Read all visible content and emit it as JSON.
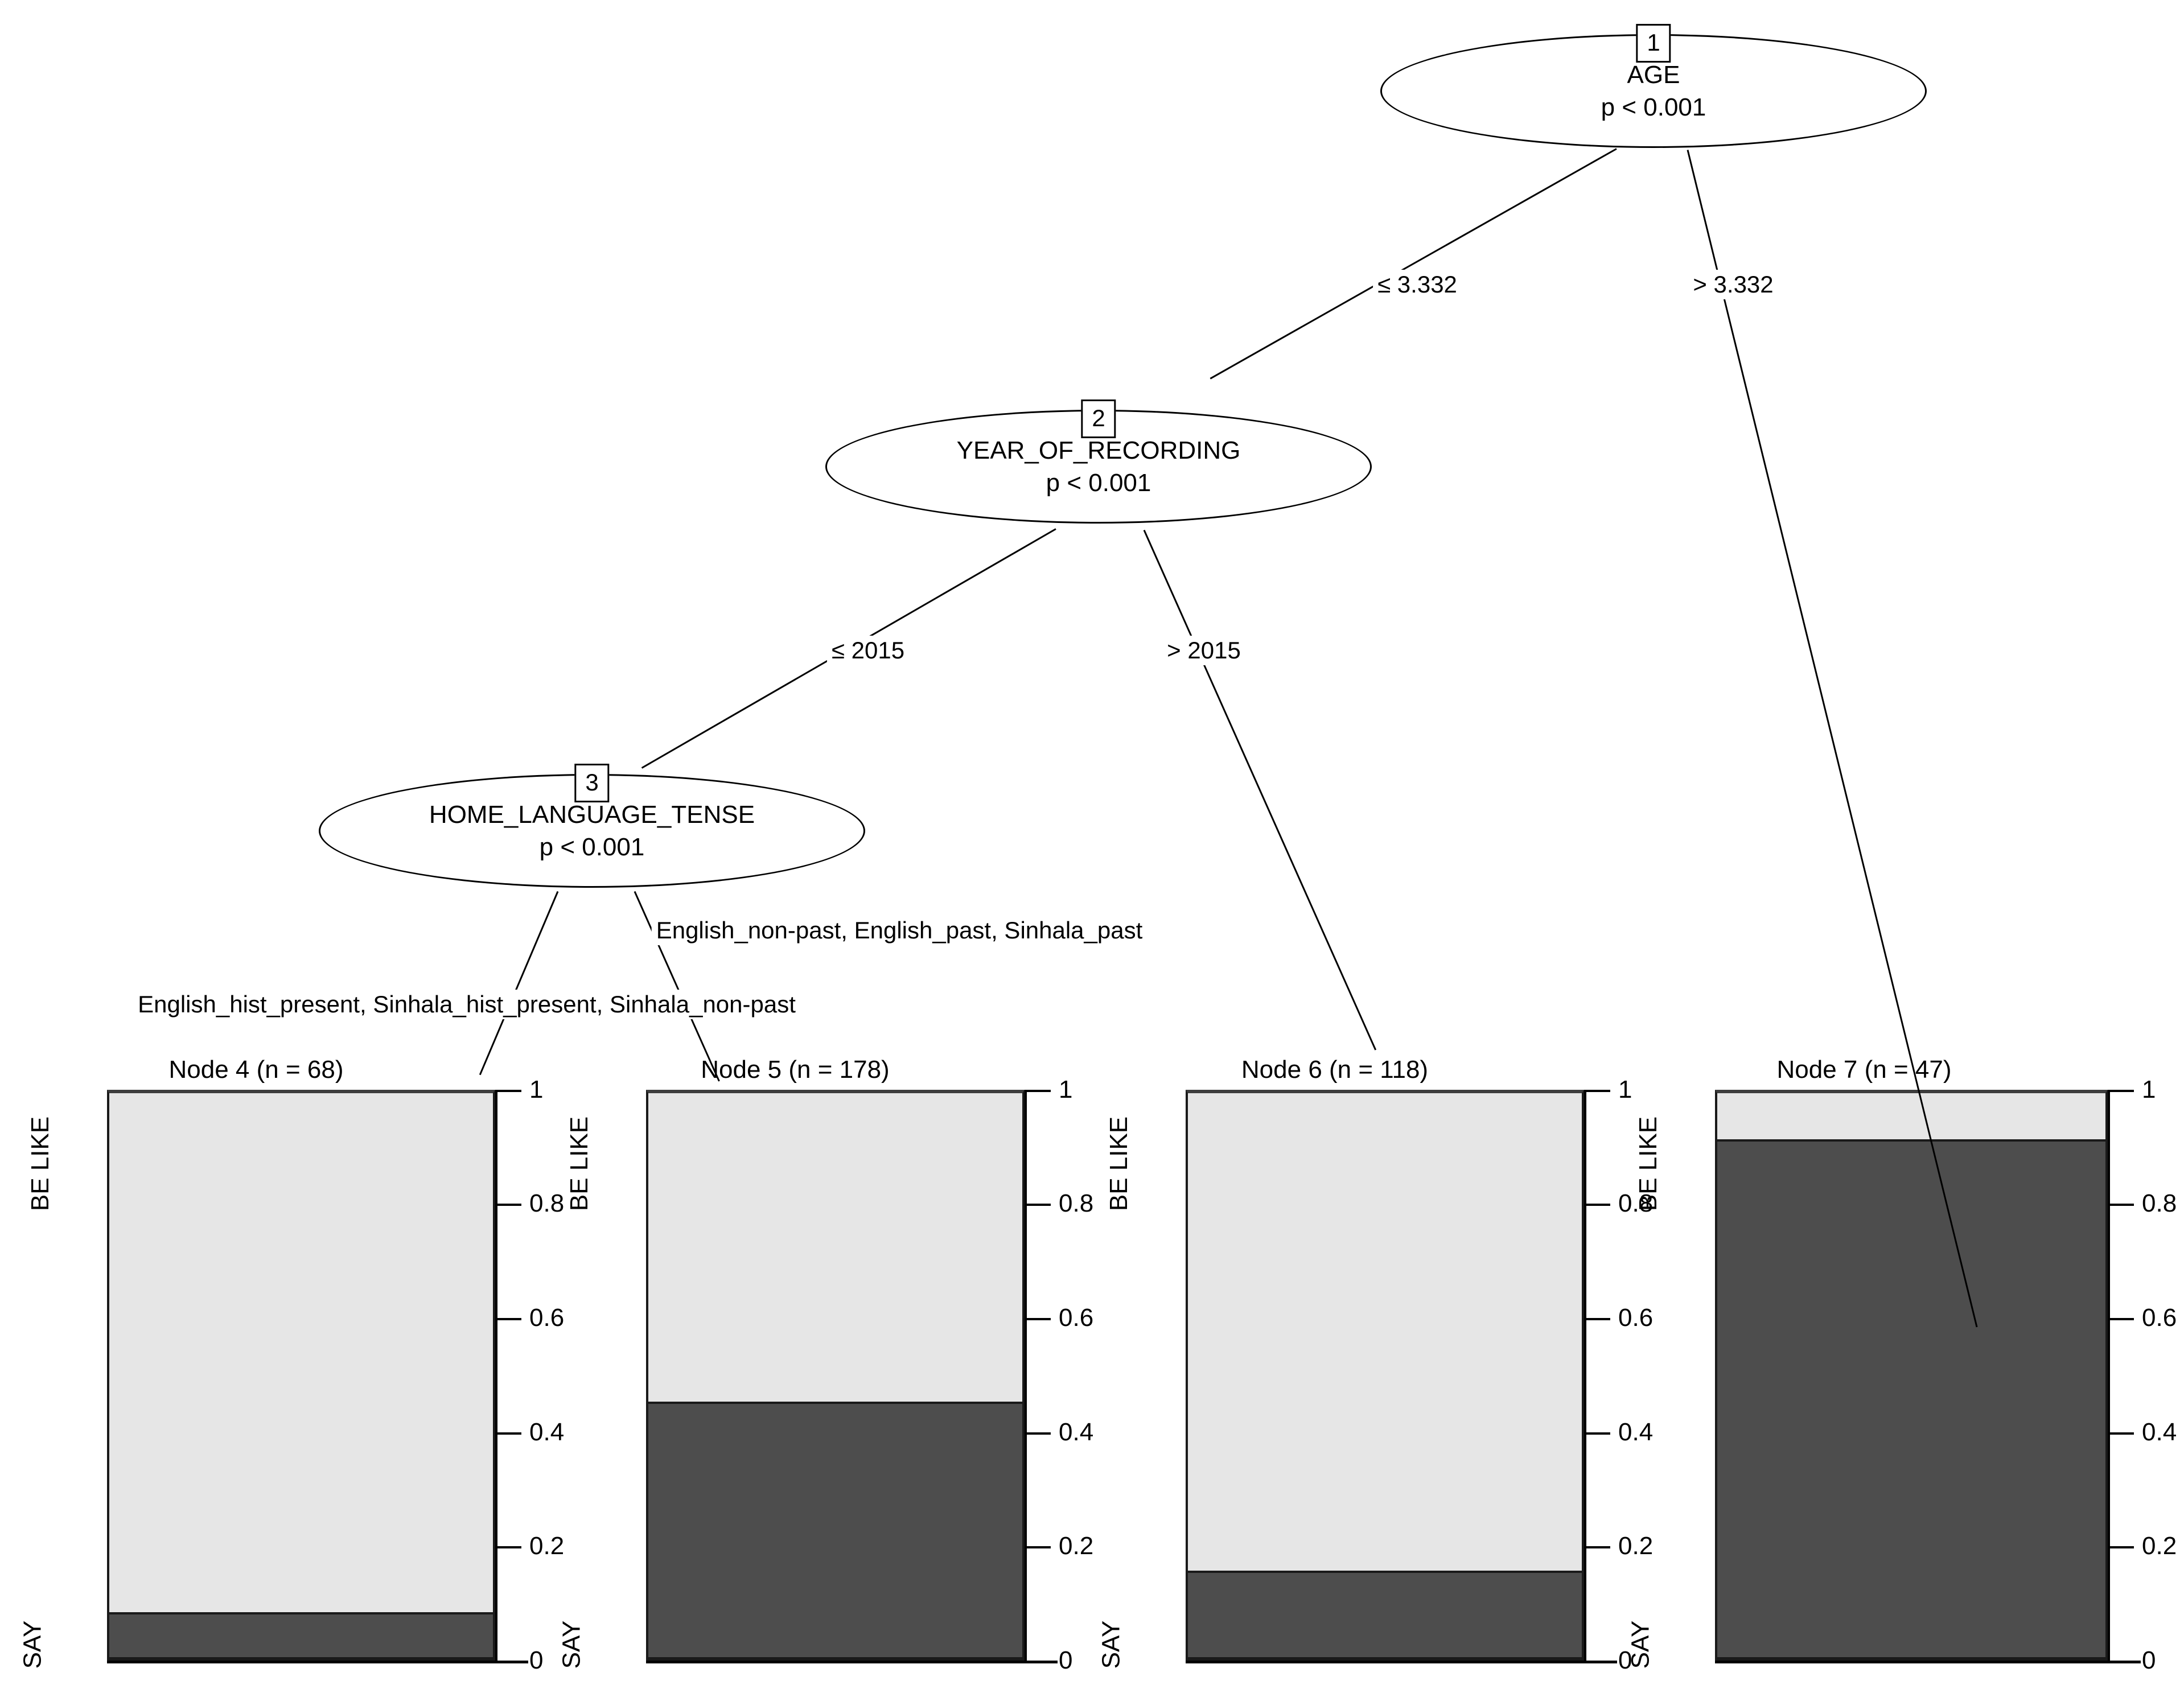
{
  "chart_data": {
    "type": "bar",
    "title": "",
    "subtitle": "",
    "xlabel": "",
    "ylabel": "",
    "ylim": [
      0,
      1
    ],
    "grid": false,
    "legend_position": "none",
    "stacked": true,
    "response_levels": [
      "SAY",
      "BE LIKE"
    ],
    "categories": [
      "Node 4 (n = 68)",
      "Node 5 (n = 178)",
      "Node 6 (n = 118)",
      "Node 7 (n = 47)"
    ],
    "series": [
      {
        "name": "SAY",
        "values": [
          0.085,
          0.454,
          0.158,
          0.913
        ]
      },
      {
        "name": "BE LIKE",
        "values": [
          0.915,
          0.546,
          0.842,
          0.087
        ]
      }
    ],
    "tick_labels": [
      "1",
      "0.8",
      "0.6",
      "0.4",
      "0.2",
      "0"
    ],
    "tick_values": [
      1,
      0.8,
      0.6,
      0.4,
      0.2,
      0
    ],
    "colors": {
      "say": "#4d4d4d",
      "be_like": "#e6e6e6",
      "stroke": "#1a1a1a"
    }
  },
  "tree": {
    "inner_nodes": [
      {
        "id": "1",
        "variable": "AGE",
        "pvalue": "p < 0.001"
      },
      {
        "id": "2",
        "variable": "YEAR_OF_RECORDING",
        "pvalue": "p < 0.001"
      },
      {
        "id": "3",
        "variable": "HOME_LANGUAGE_TENSE",
        "pvalue": "p < 0.001"
      }
    ],
    "edges": [
      {
        "from": "1",
        "to": "2",
        "label": "≤ 3.332"
      },
      {
        "from": "1",
        "to": "7",
        "label": "> 3.332"
      },
      {
        "from": "2",
        "to": "3",
        "label": "≤ 2015"
      },
      {
        "from": "2",
        "to": "6",
        "label": "> 2015"
      },
      {
        "from": "3",
        "to": "4",
        "label": "English_hist_present, Sinhala_hist_present, Sinhala_non-past"
      },
      {
        "from": "3",
        "to": "5",
        "label": "English_non-past, English_past, Sinhala_past"
      }
    ],
    "terminal_nodes": [
      {
        "id": "4",
        "title": "Node 4 (n = 68)",
        "n": 68,
        "say": 0.085,
        "be_like": 0.915
      },
      {
        "id": "5",
        "title": "Node 5 (n = 178)",
        "n": 178,
        "say": 0.454,
        "be_like": 0.546
      },
      {
        "id": "6",
        "title": "Node 6 (n = 118)",
        "n": 118,
        "say": 0.158,
        "be_like": 0.842
      },
      {
        "id": "7",
        "title": "Node 7 (n = 47)",
        "n": 47,
        "say": 0.913,
        "be_like": 0.087
      }
    ],
    "axis": {
      "top_label": "BE LIKE",
      "bottom_label": "SAY",
      "ticks": [
        "1",
        "0.8",
        "0.6",
        "0.4",
        "0.2",
        "0"
      ]
    }
  }
}
